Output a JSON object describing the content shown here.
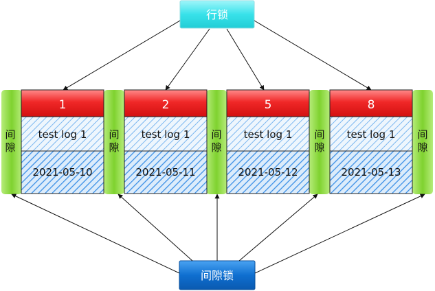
{
  "row_lock": {
    "label": "行锁"
  },
  "gap_lock": {
    "label": "间隙锁"
  },
  "gap_label": [
    "间",
    "隙"
  ],
  "records": [
    {
      "id": "1",
      "msg": "test log 1",
      "date": "2021-05-10"
    },
    {
      "id": "2",
      "msg": "test log 1",
      "date": "2021-05-11"
    },
    {
      "id": "5",
      "msg": "test log 1",
      "date": "2021-05-12"
    },
    {
      "id": "8",
      "msg": "test log 1",
      "date": "2021-05-13"
    }
  ],
  "colors": {
    "row_lock_box": "#3ee6ec",
    "gap_lock_box": "#0d6fd0",
    "id_cell": "#e81e1e",
    "gap": "#76cc2a",
    "hatch": "#3a8fe6"
  }
}
